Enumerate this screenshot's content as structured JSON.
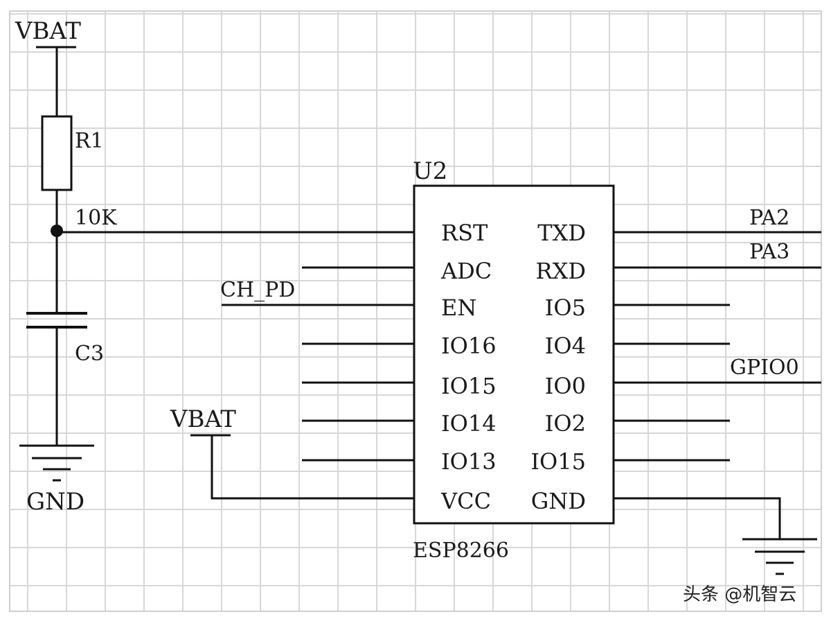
{
  "left_circuit": {
    "vbat_label": "VBAT",
    "resistor_ref": "R1",
    "resistor_value": "10K",
    "capacitor_ref": "C3",
    "gnd_label": "GND"
  },
  "chip": {
    "ref": "U2",
    "part": "ESP8266",
    "left_pins": [
      "RST",
      "ADC",
      "EN",
      "IO16",
      "IO15",
      "IO14",
      "IO13",
      "VCC"
    ],
    "right_pins": [
      "TXD",
      "RXD",
      "IO5",
      "IO4",
      "IO0",
      "IO2",
      "IO15",
      "GND"
    ]
  },
  "nets": {
    "ch_pd": "CH_PD",
    "vbat2": "VBAT",
    "pa2": "PA2",
    "pa3": "PA3",
    "gpio0": "GPIO0"
  },
  "watermark": "头条 @机智云"
}
